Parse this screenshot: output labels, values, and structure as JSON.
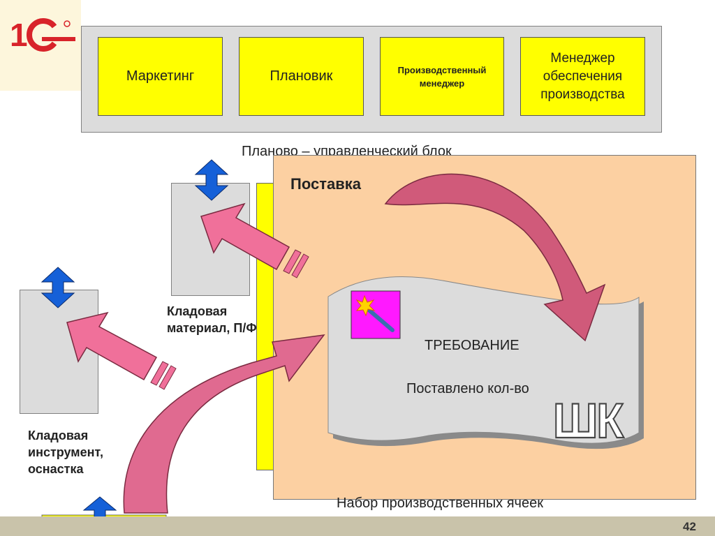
{
  "roles": [
    {
      "label": "Маркетинг"
    },
    {
      "label": "Плановик"
    },
    {
      "label": "Производственный менеджер"
    },
    {
      "label": "Менеджер обеспечения производства"
    }
  ],
  "captions": {
    "planning_block": "Планово – управленческий блок",
    "cells_set": "Набор производственных ячеек"
  },
  "delivery": {
    "title": "Поставка"
  },
  "document": {
    "title": "ТРЕБОВАНИЕ",
    "line": "Поставлено кол-во",
    "barcode_text": "ШК"
  },
  "warehouses": {
    "materials": "Кладовая материал, П/Ф",
    "tools": "Кладовая инструмент, оснастка"
  },
  "page_number": "42",
  "colors": {
    "yellow": "#ffff00",
    "gray_panel": "#dcdcdc",
    "peach": "#fcd0a2",
    "arrow_pink": "#f0709a",
    "arrow_curve": "#d05a7a",
    "blue_arrow": "#1560d8",
    "logo_red": "#d8232a"
  },
  "icons": [
    "logo-1c-icon",
    "magic-wand-icon",
    "double-arrow-icon"
  ]
}
